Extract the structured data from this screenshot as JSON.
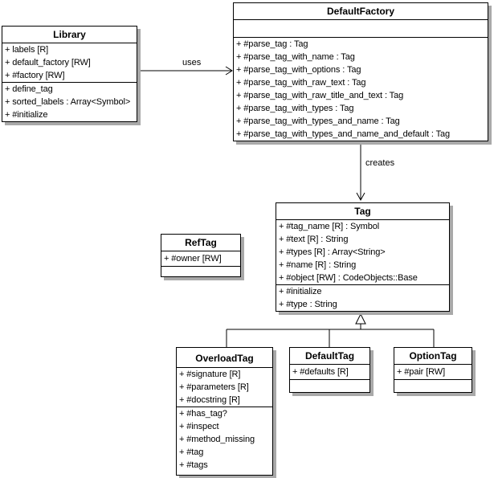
{
  "diagram": {
    "kind": "uml-class-diagram",
    "colors": {
      "background": "#ffffff",
      "box_fill": "#ffffff",
      "line": "#000000",
      "shadow": "#a9a9a9"
    },
    "relationships": [
      {
        "label": "uses",
        "from": "Library",
        "to": "DefaultFactory",
        "type": "association-arrow"
      },
      {
        "label": "creates",
        "from": "DefaultFactory",
        "to": "Tag",
        "type": "association-arrow"
      },
      {
        "label": "",
        "from": "OverloadTag",
        "to": "Tag",
        "type": "inheritance"
      },
      {
        "label": "",
        "from": "DefaultTag",
        "to": "Tag",
        "type": "inheritance"
      },
      {
        "label": "",
        "from": "OptionTag",
        "to": "Tag",
        "type": "inheritance"
      }
    ],
    "classes": {
      "library": {
        "name": "Library",
        "attributes": [
          "+ labels [R]",
          "+ default_factory [RW]",
          "+ #factory [RW]"
        ],
        "methods": [
          "+ define_tag",
          "+ sorted_labels : Array<Symbol>",
          "+ #initialize"
        ]
      },
      "default_factory": {
        "name": "DefaultFactory",
        "attributes": [],
        "methods": [
          "+ #parse_tag : Tag",
          "+ #parse_tag_with_name : Tag",
          "+ #parse_tag_with_options : Tag",
          "+ #parse_tag_with_raw_text : Tag",
          "+ #parse_tag_with_raw_title_and_text : Tag",
          "+ #parse_tag_with_types : Tag",
          "+ #parse_tag_with_types_and_name : Tag",
          "+ #parse_tag_with_types_and_name_and_default : Tag"
        ]
      },
      "tag": {
        "name": "Tag",
        "attributes": [
          "+ #tag_name [R] : Symbol",
          "+ #text [R] : String",
          "+ #types [R] : Array<String>",
          "+ #name [R] : String",
          "+ #object [RW] : CodeObjects::Base"
        ],
        "methods": [
          "+ #initialize",
          "+ #type : String"
        ]
      },
      "ref_tag": {
        "name": "RefTag",
        "attributes": [
          "+ #owner [RW]"
        ],
        "methods": []
      },
      "overload_tag": {
        "name": "OverloadTag",
        "attributes": [
          "+ #signature [R]",
          "+ #parameters [R]",
          "+ #docstring [R]"
        ],
        "methods": [
          "+ #has_tag?",
          "+ #inspect",
          "+ #method_missing",
          "+ #tag",
          "+ #tags"
        ]
      },
      "default_tag": {
        "name": "DefaultTag",
        "attributes": [
          "+ #defaults [R]"
        ],
        "methods": []
      },
      "option_tag": {
        "name": "OptionTag",
        "attributes": [
          "+ #pair [RW]"
        ],
        "methods": []
      }
    }
  }
}
